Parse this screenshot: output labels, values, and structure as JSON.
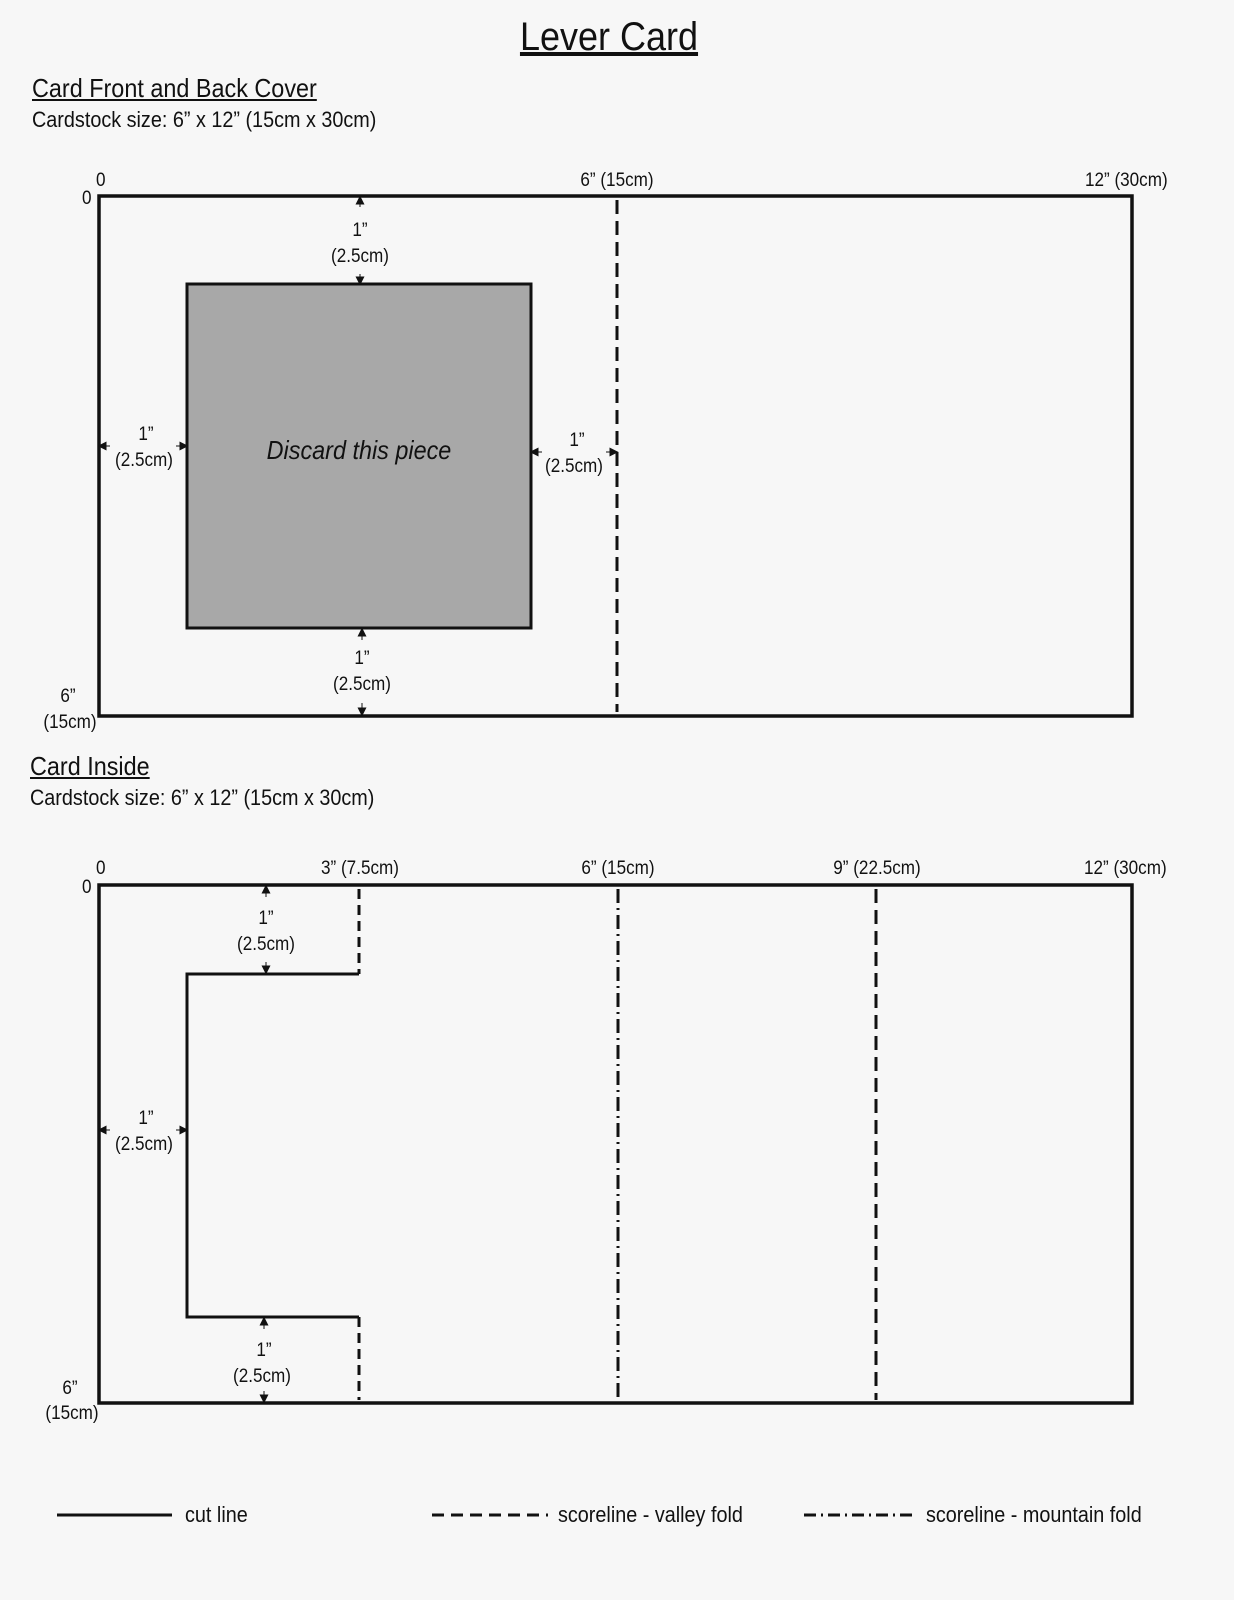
{
  "title": "Lever Card",
  "front": {
    "heading": "Card Front and Back Cover",
    "cardstock": "Cardstock size: 6” x 12” (15cm x 30cm)",
    "ruler": {
      "zero_x": "0",
      "mid": "6” (15cm)",
      "end": "12” (30cm)",
      "zero_y": "0"
    },
    "bottom_left": {
      "inch": "6”",
      "cm": "(15cm)"
    },
    "discard_label": "Discard this piece",
    "dims": {
      "top": {
        "inch": "1”",
        "cm": "(2.5cm)"
      },
      "left": {
        "inch": "1”",
        "cm": "(2.5cm)"
      },
      "right": {
        "inch": "1”",
        "cm": "(2.5cm)"
      },
      "bottom": {
        "inch": "1”",
        "cm": "(2.5cm)"
      }
    },
    "colors": {
      "discard_fill": "#a8a8a8"
    }
  },
  "inside": {
    "heading": "Card Inside",
    "cardstock": "Cardstock size: 6” x 12” (15cm x 30cm)",
    "ruler": {
      "zero_x": "0",
      "m3": "3” (7.5cm)",
      "m6": "6” (15cm)",
      "m9": "9” (22.5cm)",
      "end": "12” (30cm)",
      "zero_y": "0"
    },
    "bottom_left": {
      "inch": "6”",
      "cm": "(15cm)"
    },
    "dims": {
      "top": {
        "inch": "1”",
        "cm": "(2.5cm)"
      },
      "left": {
        "inch": "1”",
        "cm": "(2.5cm)"
      },
      "bottom": {
        "inch": "1”",
        "cm": "(2.5cm)"
      }
    }
  },
  "legend": {
    "cut": "cut line",
    "valley": "scoreline - valley fold",
    "mountain": "scoreline - mountain fold"
  }
}
